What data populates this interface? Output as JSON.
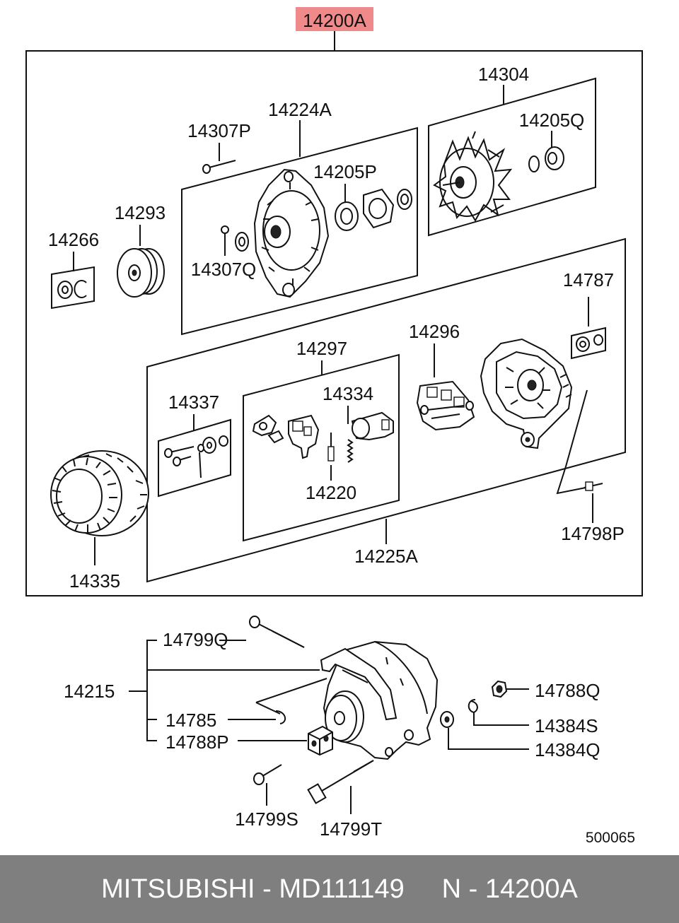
{
  "assembly": {
    "number": "14200A",
    "highlight_color": "#f08a8a"
  },
  "labels": {
    "l14304": "14304",
    "l14205Q": "14205Q",
    "l14224A": "14224A",
    "l14307P": "14307P",
    "l14205P": "14205P",
    "l14293": "14293",
    "l14266": "14266",
    "l14307Q": "14307Q",
    "l14787": "14787",
    "l14296": "14296",
    "l14297": "14297",
    "l14337": "14337",
    "l14334": "14334",
    "l14220": "14220",
    "l14798P": "14798P",
    "l14225A": "14225A",
    "l14335": "14335",
    "l14799Q": "14799Q",
    "l14215": "14215",
    "l14785": "14785",
    "l14788P": "14788P",
    "l14788Q": "14788Q",
    "l14384S": "14384S",
    "l14384Q": "14384Q",
    "l14799S": "14799S",
    "l14799T": "14799T"
  },
  "diagram_code": "500065",
  "footer": {
    "brand": "MITSUBISHI",
    "separator": " - ",
    "part_number": "MD111149",
    "gap": "     ",
    "ref": "N - 14200A"
  },
  "colors": {
    "footer_bg": "#7f7f7f",
    "footer_text": "#ffffff"
  }
}
